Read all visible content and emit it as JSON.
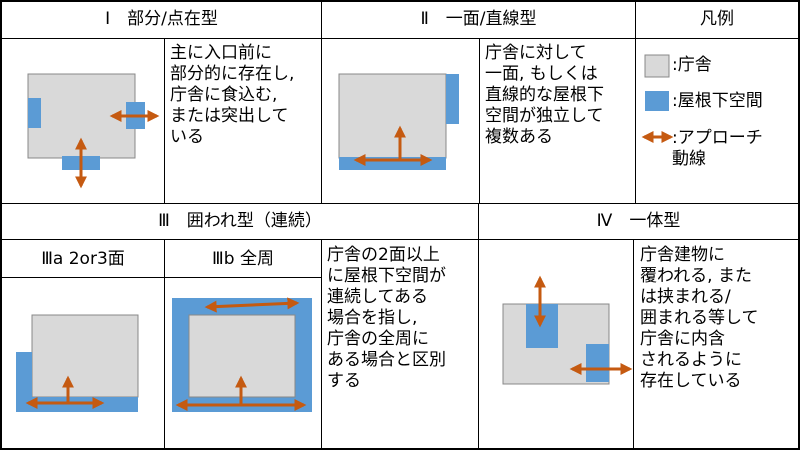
{
  "headers": {
    "type1": "Ⅰ　部分/点在型",
    "type2": "Ⅱ　一面/直線型",
    "legend": "凡例",
    "type3": "Ⅲ　囲われ型（連続）",
    "type4": "Ⅳ　一体型",
    "type3a": "Ⅲa 2or3面",
    "type3b": "Ⅲb 全周"
  },
  "descriptions": {
    "type1": "主に入口前に\n部分的に存在し,\n庁舎に食込む,\nまたは突出して\nいる",
    "type2": "庁舎に対して\n一面, もしくは\n直線的な屋根下\n空間が独立して\n複数ある",
    "type3": "庁舎の2面以上\nに屋根下空間が\n連続してある\n場合を指し,\n庁舎の全周に\nある場合と区別\nする",
    "type4": "庁舎建物に\n覆われる, また\nは挟まれる/\n囲まれる等して\n庁舎に内含\nされるように\n存在している"
  },
  "legend": {
    "building": ":庁舎",
    "roof_space": ":屋根下空間",
    "flow": ":アプローチ\n動線"
  },
  "colors": {
    "building_fill": "#d9d9d9",
    "building_stroke": "#888888",
    "roof": "#5b9bd5",
    "arrow": "#c55a11"
  }
}
